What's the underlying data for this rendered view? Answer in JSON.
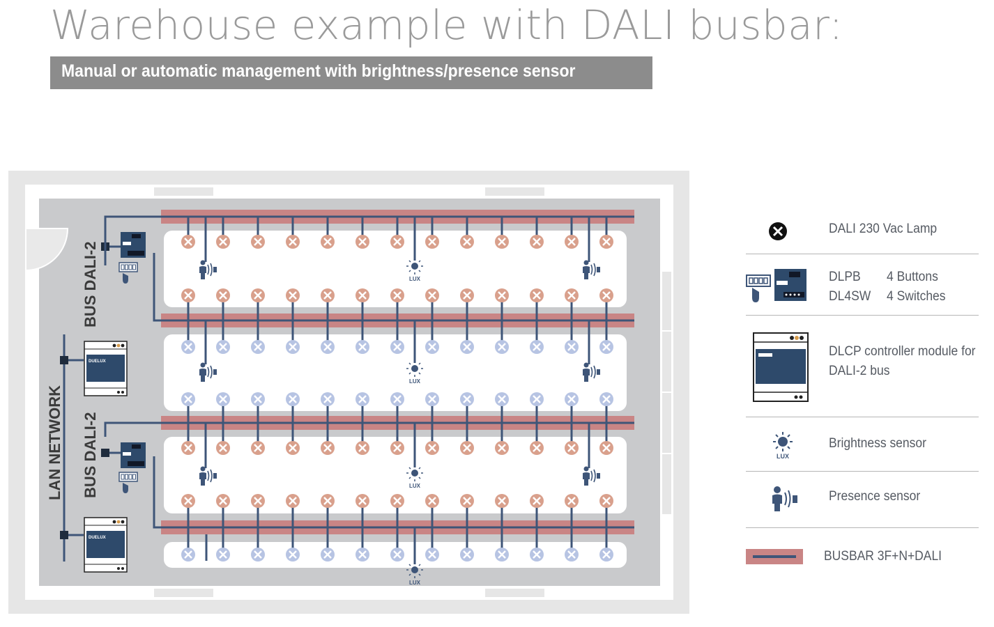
{
  "title": "Warehouse example with DALI busbar:",
  "subtitle": "Manual or automatic management with brightness/presence sensor",
  "plan": {
    "bus_label": "BUS DALI-2",
    "lan_label": "LAN NETWORK",
    "lux_label": "LUX",
    "brand": "DUELUX",
    "lamp_rows": [
      {
        "color": "salmon",
        "count": 13
      },
      {
        "color": "salmon",
        "count": 13
      },
      {
        "color": "blue",
        "count": 13
      },
      {
        "color": "blue",
        "count": 13
      },
      {
        "color": "salmon",
        "count": 13
      },
      {
        "color": "salmon",
        "count": 13
      },
      {
        "color": "blue",
        "count": 13
      }
    ],
    "colors": {
      "busbar": "#c98585",
      "bus_line": "#3e5578",
      "lamp_salmon": "#d9a08c",
      "lamp_blue": "#b7c4e3",
      "floor": "#c9cacc",
      "outer_wall": "#e6e6e6",
      "device_dark": "#2e4a6b"
    }
  },
  "legend": {
    "lamp": "DALI 230 Vac Lamp",
    "dlpb": "DLPB",
    "dlpb_desc": "4 Buttons",
    "dl4sw": "DL4SW",
    "dl4sw_desc": "4 Switches",
    "dlcp_line1": "DLCP controller module for",
    "dlcp_line2": "DALI-2 bus",
    "brightness": "Brightness sensor",
    "brightness_icon_label": "LUX",
    "presence": "Presence sensor",
    "busbar": "BUSBAR 3F+N+DALI"
  }
}
